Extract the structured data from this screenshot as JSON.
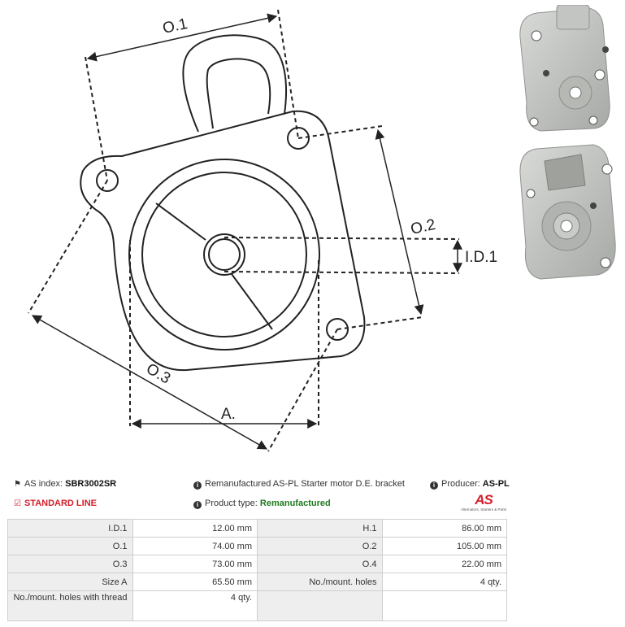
{
  "drawing": {
    "labels": {
      "o1": "O.1",
      "o2": "O.2",
      "o3": "O.3",
      "id1": "I.D.1",
      "a": "A."
    }
  },
  "info": {
    "as_index_label": "AS index:",
    "as_index_value": "SBR3002SR",
    "description": "Remanufactured AS-PL Starter motor D.E. bracket",
    "producer_label": "Producer:",
    "producer_value": "AS-PL",
    "line_label": "STANDARD LINE",
    "product_type_label": "Product type:",
    "product_type_value": "Remanufactured"
  },
  "logo": {
    "brand": "AS",
    "tagline": "Alternators, Starters & Parts"
  },
  "specs": [
    [
      "I.D.1",
      "12.00 mm",
      "H.1",
      "86.00 mm"
    ],
    [
      "O.1",
      "74.00 mm",
      "O.2",
      "105.00 mm"
    ],
    [
      "O.3",
      "73.00 mm",
      "O.4",
      "22.00 mm"
    ],
    [
      "Size A",
      "65.50 mm",
      "No./mount. holes",
      "4 qty."
    ],
    [
      "No./mount. holes with thread",
      "4 qty.",
      "",
      ""
    ]
  ],
  "colors": {
    "brand_red": "#d4202a",
    "product_green": "#1e7a1e",
    "line": "#222222"
  }
}
